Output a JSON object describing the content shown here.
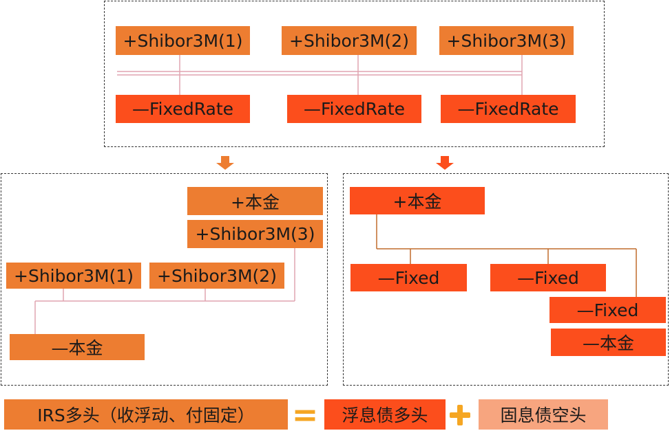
{
  "colors": {
    "orange": "#ed7d31",
    "red": "#fc4e1c",
    "light": "#f7a57f",
    "pink_line": "#e0a4b0",
    "dark_line": "#c06b2a",
    "eq_symbol": "#f5a623"
  },
  "top": {
    "float_legs": [
      "+Shibor3M(1)",
      "+Shibor3M(2)",
      "+Shibor3M(3)"
    ],
    "fixed_legs": [
      "—FixedRate",
      "—FixedRate",
      "—FixedRate"
    ]
  },
  "left": {
    "principal_in": "+本金",
    "float_legs": [
      "+Shibor3M(1)",
      "+Shibor3M(2)",
      "+Shibor3M(3)"
    ],
    "principal_out": "—本金"
  },
  "right": {
    "principal_in": "+本金",
    "fixed_legs": [
      "—Fixed",
      "—Fixed",
      "—Fixed"
    ],
    "principal_out": "—本金"
  },
  "equation": {
    "lhs": "IRS多头（收浮动、付固定）",
    "eq": "=",
    "term1": "浮息债多头",
    "term2": "固息债空头"
  }
}
